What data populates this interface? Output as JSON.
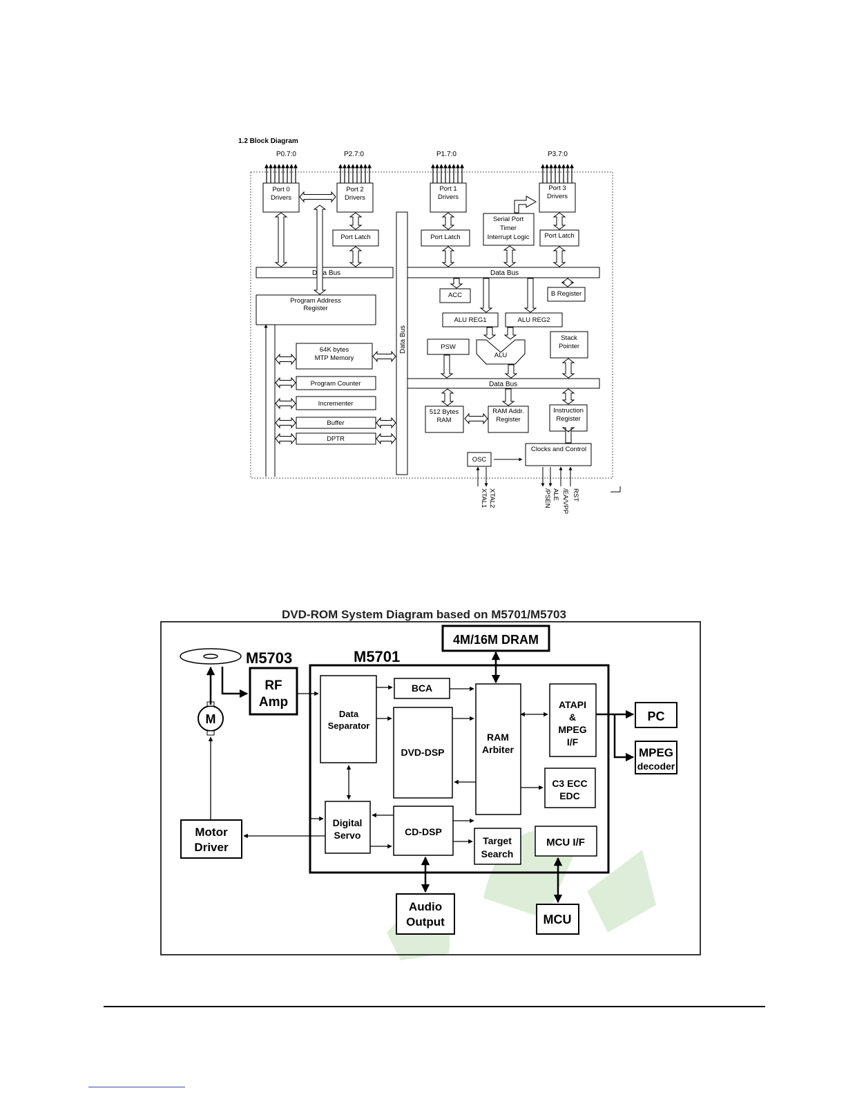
{
  "diagram1": {
    "title": "1.2 Block Diagram",
    "ports": [
      "P0.7:0",
      "P2.7:0",
      "P1.7:0",
      "P3.7:0"
    ],
    "blocks": {
      "port0_drivers": [
        "Port 0",
        "Drivers"
      ],
      "port2_drivers": [
        "Port 2",
        "Drivers"
      ],
      "port1_drivers": [
        "Port 1",
        "Drivers"
      ],
      "port3_drivers": [
        "Port 3",
        "Drivers"
      ],
      "port2_latch": "Port Latch",
      "port1_latch": "Port Latch",
      "port3_latch": "Port Latch",
      "serial_port": [
        "Serial Port",
        "Timer",
        "Interrupt Logic"
      ],
      "data_bus_left": "Data Bus",
      "data_bus_right": "Data Bus",
      "data_bus_vertical": "Data Bus",
      "data_bus_lower": "Data Bus",
      "program_address_register": [
        "Program Address",
        "Register"
      ],
      "acc": "ACC",
      "b_register": "B Register",
      "alu_reg1": "ALU REG1",
      "alu_reg2": "ALU REG2",
      "psw": "PSW",
      "alu": "ALU",
      "stack_pointer": [
        "Stack",
        "Pointer"
      ],
      "mtp_memory": [
        "64K bytes",
        "MTP Memory"
      ],
      "program_counter": "Program Counter",
      "incrementer": "Incrementer",
      "buffer": "Buffer",
      "dptr": "DPTR",
      "ram": [
        "512 Bytes",
        "RAM"
      ],
      "ram_addr_register": [
        "RAM Addr.",
        "Register"
      ],
      "instruction_register": [
        "Instruction",
        "Register"
      ],
      "osc": "OSC",
      "clocks_control": "Clocks and Control"
    },
    "pins": [
      "XTAL2",
      "XTAL1",
      "/PSEN",
      "ALE",
      "/EA/VPP",
      "RST"
    ]
  },
  "diagram2": {
    "title": "DVD-ROM System Diagram based on M5701/M5703",
    "chips": {
      "m5703": "M5703",
      "m5701": "M5701"
    },
    "blocks": {
      "dram": "4M/16M DRAM",
      "rf_amp": [
        "RF",
        "Amp"
      ],
      "motor": "M",
      "data_separator": [
        "Data",
        "Separator"
      ],
      "bca": "BCA",
      "dvd_dsp": "DVD-DSP",
      "ram_arbiter": [
        "RAM",
        "Arbiter"
      ],
      "atapi": [
        "ATAPI",
        "&",
        "MPEG",
        "I/F"
      ],
      "pc": "PC",
      "mpeg_decoder": [
        "MPEG",
        "decoder"
      ],
      "c3_ecc": [
        "C3 ECC",
        "EDC"
      ],
      "digital_servo": [
        "Digital",
        "Servo"
      ],
      "cd_dsp": "CD-DSP",
      "target_search": [
        "Target",
        "Search"
      ],
      "mcu_if": "MCU I/F",
      "motor_driver": [
        "Motor",
        "Driver"
      ],
      "audio_output": [
        "Audio",
        "Output"
      ],
      "mcu": "MCU"
    }
  }
}
